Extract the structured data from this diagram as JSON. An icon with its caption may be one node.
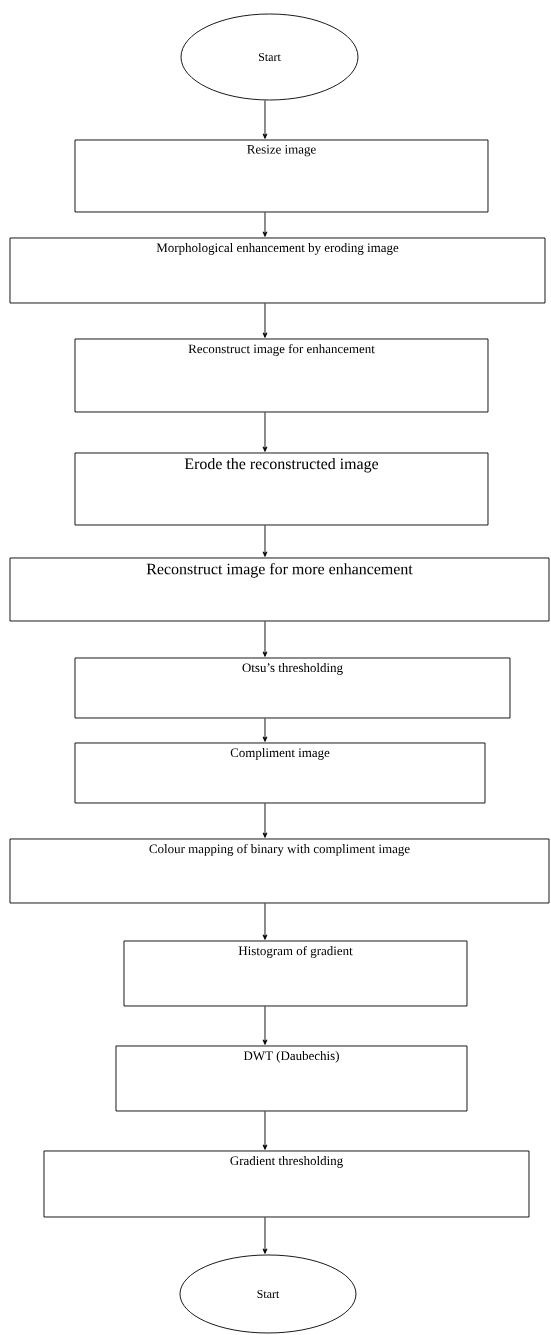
{
  "diagram": {
    "nodes": [
      {
        "text": [
          "Start"
        ]
      },
      {
        "text": [
          "Resize image"
        ]
      },
      {
        "text": [
          "Morphological enhancement by eroding image"
        ]
      },
      {
        "text": [
          "Reconstruct image for enhancement"
        ]
      },
      {
        "text": [
          "Erode the reconstructed image"
        ]
      },
      {
        "text": [
          "Reconstruct image for more enhancement"
        ]
      },
      {
        "text": [
          "Otsu’s thresholding"
        ]
      },
      {
        "text": [
          "Compliment image"
        ]
      },
      {
        "text": [
          "Colour mapping of binary with compliment image"
        ]
      },
      {
        "text": [
          "Histogram of gradient"
        ]
      },
      {
        "text": [
          "DWT (Daubechis)"
        ]
      },
      {
        "text": [
          "Gradient thresholding"
        ]
      },
      {
        "text": [
          "Start"
        ]
      }
    ],
    "edges": [
      {
        "from": 0,
        "to": 1,
        "arrow": "to"
      },
      {
        "from": 1,
        "to": 2,
        "arrow": "to"
      },
      {
        "from": 2,
        "to": 3,
        "arrow": "to"
      },
      {
        "from": 3,
        "to": 4,
        "arrow": "to"
      },
      {
        "from": 4,
        "to": 5,
        "arrow": "to"
      },
      {
        "from": 5,
        "to": 6,
        "arrow": "to"
      },
      {
        "from": 6,
        "to": 7,
        "arrow": "to"
      },
      {
        "from": 7,
        "to": 8,
        "arrow": "to"
      },
      {
        "from": 8,
        "to": 9,
        "arrow": "to"
      },
      {
        "from": 9,
        "to": 10,
        "arrow": "to"
      },
      {
        "from": 10,
        "to": 11,
        "arrow": "to"
      },
      {
        "from": 11,
        "to": 12,
        "arrow": "to"
      }
    ]
  }
}
